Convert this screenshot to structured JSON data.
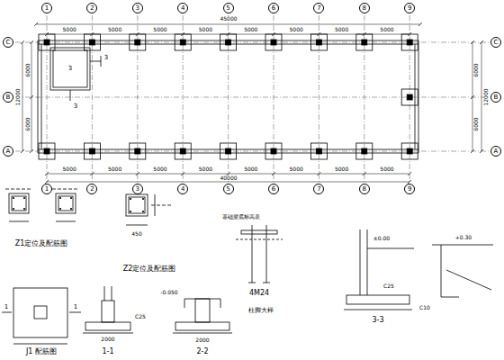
{
  "diagram": {
    "nodes": [
      {
        "text": [
          "1"
        ]
      },
      {
        "text": [
          "2"
        ]
      },
      {
        "text": [
          "3"
        ]
      },
      {
        "text": [
          "4"
        ]
      },
      {
        "text": [
          "5"
        ]
      },
      {
        "text": [
          "6"
        ]
      },
      {
        "text": [
          "7"
        ]
      },
      {
        "text": [
          "8"
        ]
      },
      {
        "text": [
          "9"
        ]
      },
      {
        "text": [
          "C"
        ]
      },
      {
        "text": [
          "B"
        ]
      },
      {
        "text": [
          "A"
        ]
      },
      {
        "text": [
          "C"
        ]
      },
      {
        "text": [
          "B"
        ]
      },
      {
        "text": [
          "A"
        ]
      },
      {
        "text": [
          "1"
        ]
      },
      {
        "text": [
          "2"
        ]
      },
      {
        "text": [
          "3"
        ]
      },
      {
        "text": [
          "4"
        ]
      },
      {
        "text": [
          "5"
        ]
      },
      {
        "text": [
          "6"
        ]
      },
      {
        "text": [
          "7"
        ]
      },
      {
        "text": [
          "8"
        ]
      },
      {
        "text": [
          "9"
        ]
      }
    ],
    "labels": [
      "45000",
      "5000",
      "5000",
      "5000",
      "5000",
      "5000",
      "5000",
      "5000",
      "5000",
      "5000",
      "5000",
      "5000",
      "5000",
      "5000",
      "5000",
      "5000",
      "5000",
      "40000",
      "6000",
      "6000",
      "12000",
      "6000",
      "6000",
      "12000",
      "3",
      "3",
      "3",
      "Z1定位及配筋图",
      "Z2定位及配筋图",
      "J1 配筋图",
      "1-1",
      "2-2",
      "3-3",
      "4M24",
      "柱脚大样",
      "基础梁底标高表",
      "2000",
      "2000",
      "C10",
      "C25",
      "-0.050",
      "±0.00",
      "+0.30",
      "1",
      "1",
      "450",
      "C25"
    ]
  }
}
